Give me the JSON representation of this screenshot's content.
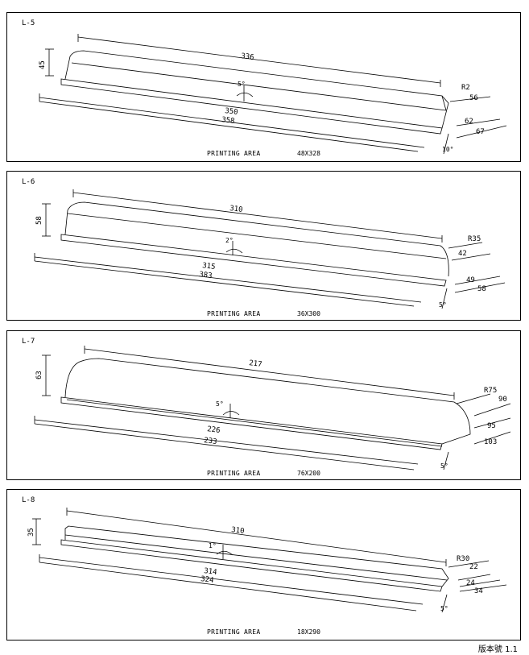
{
  "panels": [
    {
      "id": "L-5",
      "printing_area_label": "PRINTING AREA",
      "printing_area": "48X328",
      "dims": {
        "top_length": "336",
        "mid_length": "350",
        "bottom_length": "358",
        "height": "45",
        "radius": "R2",
        "d1": "56",
        "d2": "62",
        "d3": "67",
        "side_angle": "10°",
        "draft_angle": "5°"
      }
    },
    {
      "id": "L-6",
      "printing_area_label": "PRINTING AREA",
      "printing_area": "36X300",
      "dims": {
        "top_length": "310",
        "mid_length": "315",
        "bottom_length": "383",
        "height": "58",
        "radius": "R35",
        "d1": "42",
        "d2": "49",
        "d3": "58",
        "side_angle": "5°",
        "draft_angle": "2°"
      }
    },
    {
      "id": "L-7",
      "printing_area_label": "PRINTING AREA",
      "printing_area": "76X200",
      "dims": {
        "top_length": "217",
        "mid_length": "226",
        "bottom_length": "233",
        "height": "63",
        "radius": "R75",
        "d1": "90",
        "d2": "95",
        "d3": "103",
        "side_angle": "5°",
        "draft_angle": "5°"
      }
    },
    {
      "id": "L-8",
      "printing_area_label": "PRINTING AREA",
      "printing_area": "18X290",
      "dims": {
        "top_length": "310",
        "mid_length": "314",
        "bottom_length": "324",
        "height": "35",
        "radius": "R30",
        "d1": "22",
        "d2": "24",
        "d3": "34",
        "side_angle": "5°",
        "draft_angle": "1°"
      }
    }
  ],
  "footer": "版本號 1.1"
}
